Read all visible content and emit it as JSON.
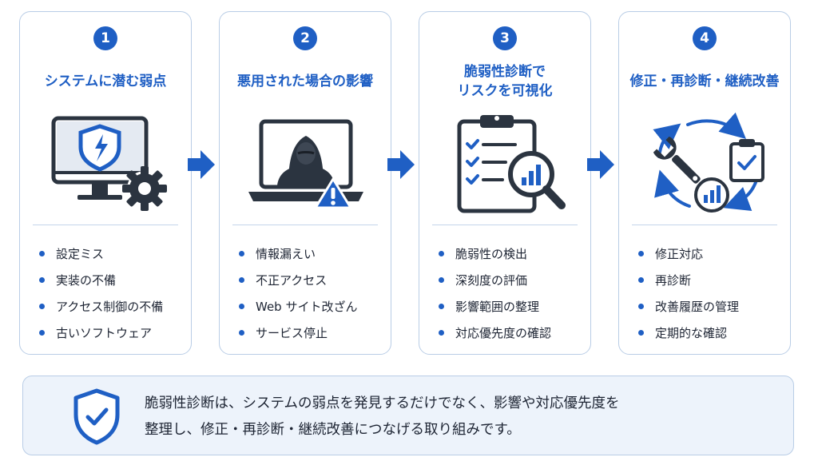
{
  "colors": {
    "accent": "#1f5fc4",
    "dark": "#2b3440",
    "border": "#b9cde6",
    "panel": "#edf3fb"
  },
  "steps": [
    {
      "number": "1",
      "title": "システムに潜む弱点",
      "icon": "monitor-shield-gear-icon",
      "items": [
        "設定ミス",
        "実装の不備",
        "アクセス制御の不備",
        "古いソフトウェア"
      ]
    },
    {
      "number": "2",
      "title": "悪用された場合の影響",
      "icon": "laptop-hacker-warning-icon",
      "items": [
        "情報漏えい",
        "不正アクセス",
        "Web サイト改ざん",
        "サービス停止"
      ]
    },
    {
      "number": "3",
      "title": "脆弱性診断で\nリスクを可視化",
      "icon": "clipboard-magnifier-chart-icon",
      "items": [
        "脆弱性の検出",
        "深刻度の評価",
        "影響範囲の整理",
        "対応優先度の確認"
      ]
    },
    {
      "number": "4",
      "title": "修正・再診断・継続改善",
      "icon": "cycle-wrench-clipboard-chart-icon",
      "items": [
        "修正対応",
        "再診断",
        "改善履歴の管理",
        "定期的な確認"
      ]
    }
  ],
  "summary": {
    "icon": "shield-check-icon",
    "lines": [
      "脆弱性診断は、システムの弱点を発見するだけでなく、影響や対応優先度を",
      "整理し、修正・再診断・継続改善につなげる取り組みです。"
    ]
  }
}
